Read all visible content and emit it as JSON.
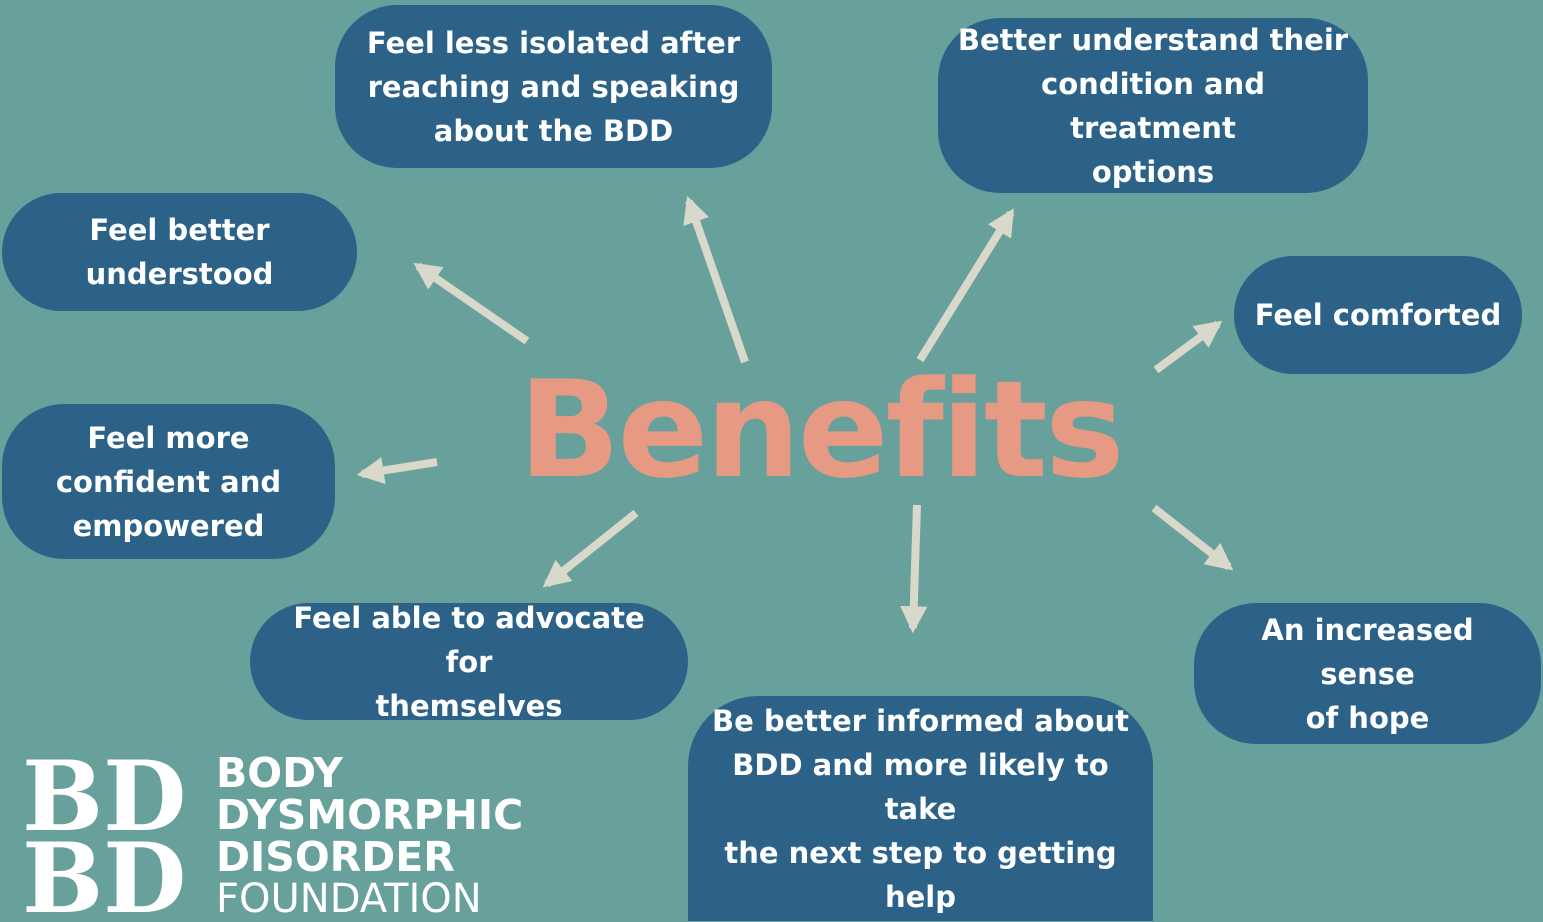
{
  "title": "Benefits",
  "colors": {
    "background": "#68a19b",
    "bubble": "#2c6287",
    "bubble_text": "#ffffff",
    "title": "#e69a84",
    "arrow": "#d9d9cb"
  },
  "benefits": {
    "isolated": [
      "Feel less isolated after",
      "reaching and speaking",
      "about the BDD"
    ],
    "understand": [
      "Better understand their",
      "condition and treatment",
      "options"
    ],
    "better": [
      "Feel better",
      "understood"
    ],
    "comforted": [
      "Feel comforted"
    ],
    "confident": [
      "Feel more",
      "confident and",
      "empowered"
    ],
    "advocate": [
      "Feel able to advocate for",
      "themselves"
    ],
    "hope": [
      "An increased sense",
      "of hope"
    ],
    "informed": [
      "Be better informed about",
      "BDD and more likely to take",
      "the next step to getting",
      "help"
    ]
  },
  "logo": {
    "mark": "BD",
    "lines": [
      "BODY",
      "DYSMORPHIC",
      "DISORDER",
      "FOUNDATION"
    ]
  }
}
